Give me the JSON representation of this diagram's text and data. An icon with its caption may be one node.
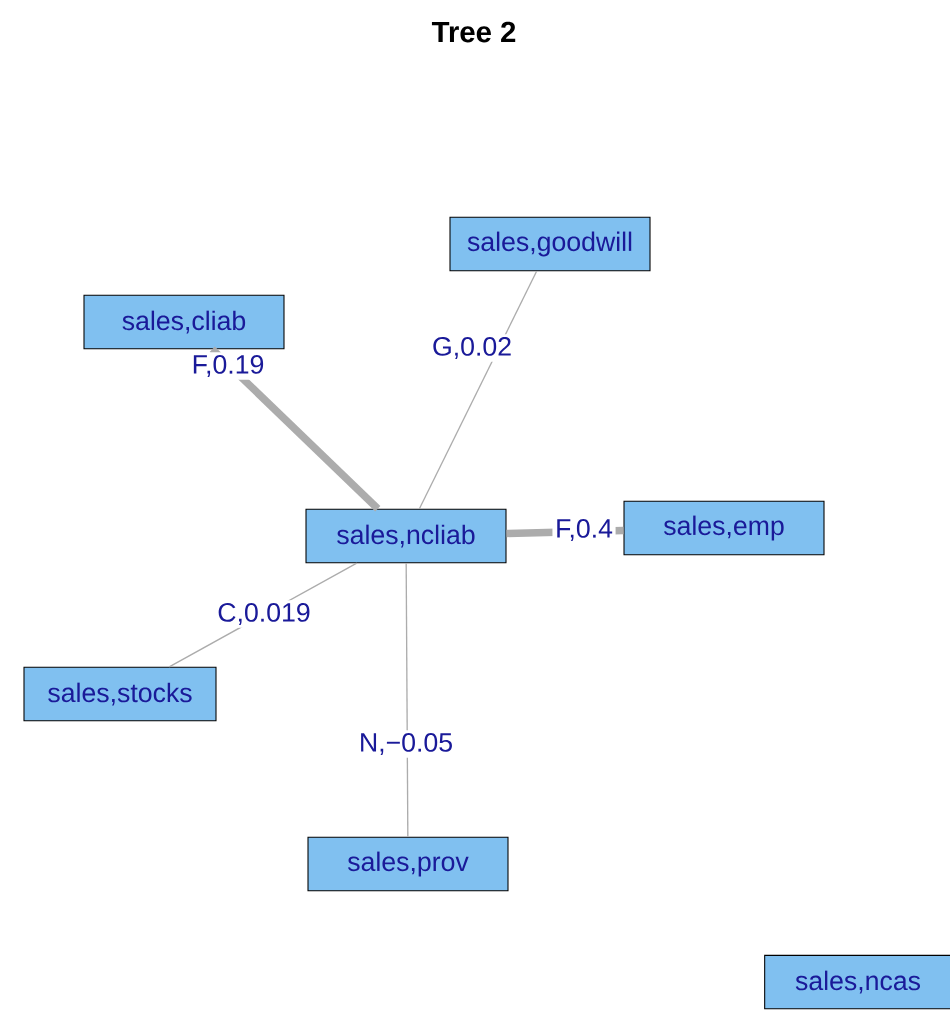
{
  "diagram": {
    "title": "Tree 2",
    "nodes": [
      {
        "text": [
          "sales,goodwill"
        ]
      },
      {
        "text": [
          "sales,cliab"
        ]
      },
      {
        "text": [
          "sales,ncliab"
        ]
      },
      {
        "text": [
          "sales,emp"
        ]
      },
      {
        "text": [
          "sales,stocks"
        ]
      },
      {
        "text": [
          "sales,prov"
        ]
      },
      {
        "text": [
          "sales,ncas"
        ]
      }
    ],
    "edges": [
      {
        "from": 2,
        "to": 1,
        "arrow": "none",
        "label": "F,0.19",
        "style": "thick"
      },
      {
        "from": 2,
        "to": 0,
        "arrow": "none",
        "label": "G,0.02"
      },
      {
        "from": 2,
        "to": 3,
        "arrow": "none",
        "label": "F,0.4",
        "style": "thick"
      },
      {
        "from": 2,
        "to": 4,
        "arrow": "none",
        "label": "C,0.019"
      },
      {
        "from": 2,
        "to": 5,
        "arrow": "none",
        "label": "N,−0.05"
      }
    ]
  }
}
